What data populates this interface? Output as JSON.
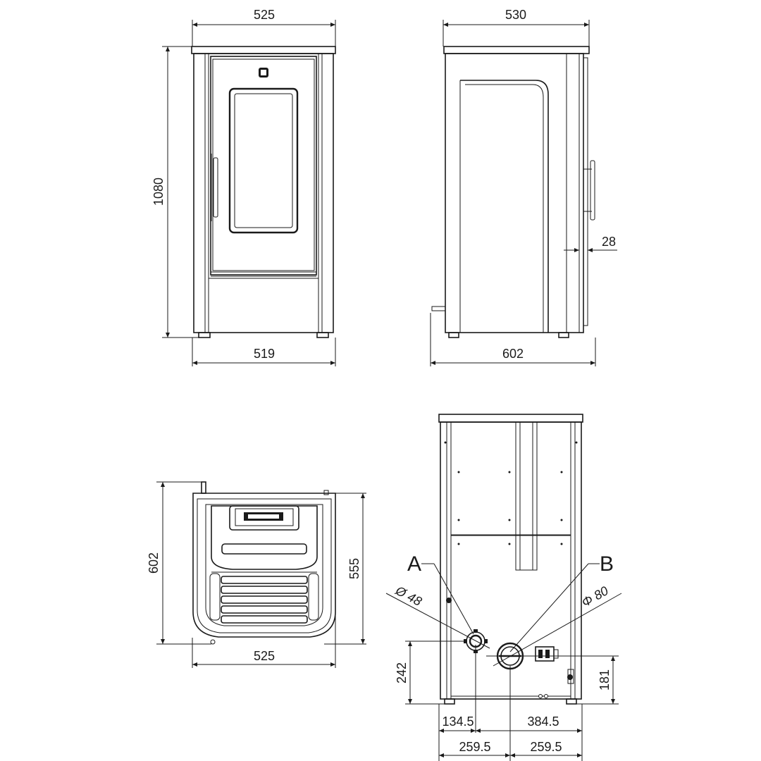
{
  "views": {
    "front": {
      "width_top": "525",
      "width_bottom": "519",
      "height": "1080"
    },
    "side": {
      "depth_top": "530",
      "depth_bottom": "602",
      "handle_offset": "28"
    },
    "top": {
      "depth": "602",
      "depth_inner": "555",
      "width": "525"
    },
    "rear": {
      "callout_a": "A",
      "callout_b": "B",
      "diameter_a": "Ø 48",
      "diameter_b": "Φ 80",
      "height_a": "242",
      "height_b": "181",
      "offset_a": "134.5",
      "offset_b": "384.5",
      "half_left": "259.5",
      "half_right": "259.5"
    }
  }
}
